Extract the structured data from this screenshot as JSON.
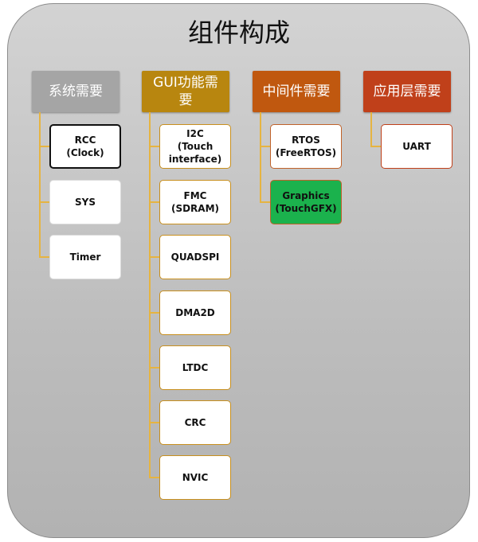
{
  "title": "组件构成",
  "groups": [
    {
      "label": "系统需要",
      "color": "#a5a5a5",
      "line": "#e6b441",
      "leaf_border": "#dcdcdc",
      "items": [
        "RCC\n(Clock)",
        "SYS",
        "Timer"
      ]
    },
    {
      "label": "GUI功能需要",
      "color": "#b8860f",
      "line": "#e6b441",
      "leaf_border": "#c88f1d",
      "items": [
        "I2C\n(Touch\ninterface)",
        "FMC (SDRAM)",
        "QUADSPI",
        "DMA2D",
        "LTDC",
        "CRC",
        "NVIC"
      ]
    },
    {
      "label": "中间件需要",
      "color": "#c0580f",
      "line": "#e6b441",
      "leaf_border": "#c0622a",
      "items": [
        "RTOS\n(FreeRTOS)",
        "Graphics\n(TouchGFX)"
      ]
    },
    {
      "label": "应用层需要",
      "color": "#c0401a",
      "line": "#e6b441",
      "leaf_border": "#c0401a",
      "items": [
        "UART"
      ]
    }
  ],
  "highlight": {
    "rcc_border": "#111111",
    "graphics_fill": "#1bb24d",
    "graphics_border": "#c0622a"
  }
}
